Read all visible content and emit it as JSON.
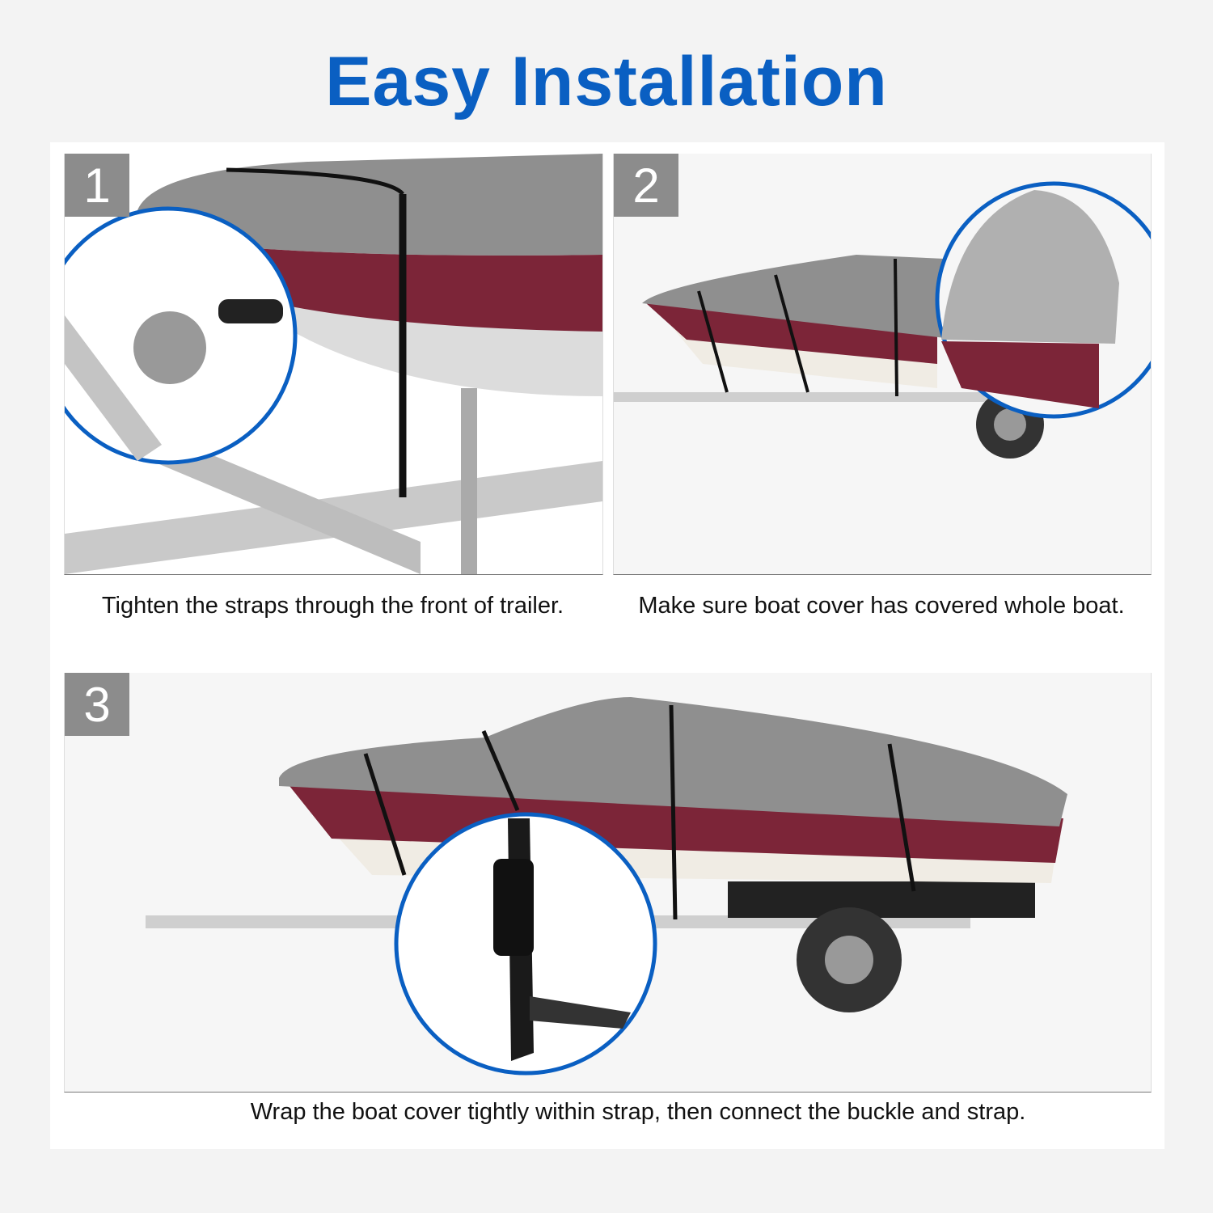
{
  "title": "Easy Installation",
  "steps": [
    {
      "number": "1",
      "caption": "Tighten the straps through the front of  trailer."
    },
    {
      "number": "2",
      "caption": "Make sure boat cover has covered whole boat."
    },
    {
      "number": "3",
      "caption": "Wrap the boat cover tightly within strap, then connect the buckle and strap."
    }
  ],
  "colors": {
    "accent": "#0a5fc2",
    "hull": "#7c2538",
    "cover": "#9a9a9a",
    "badge": "#8c8c8c"
  }
}
